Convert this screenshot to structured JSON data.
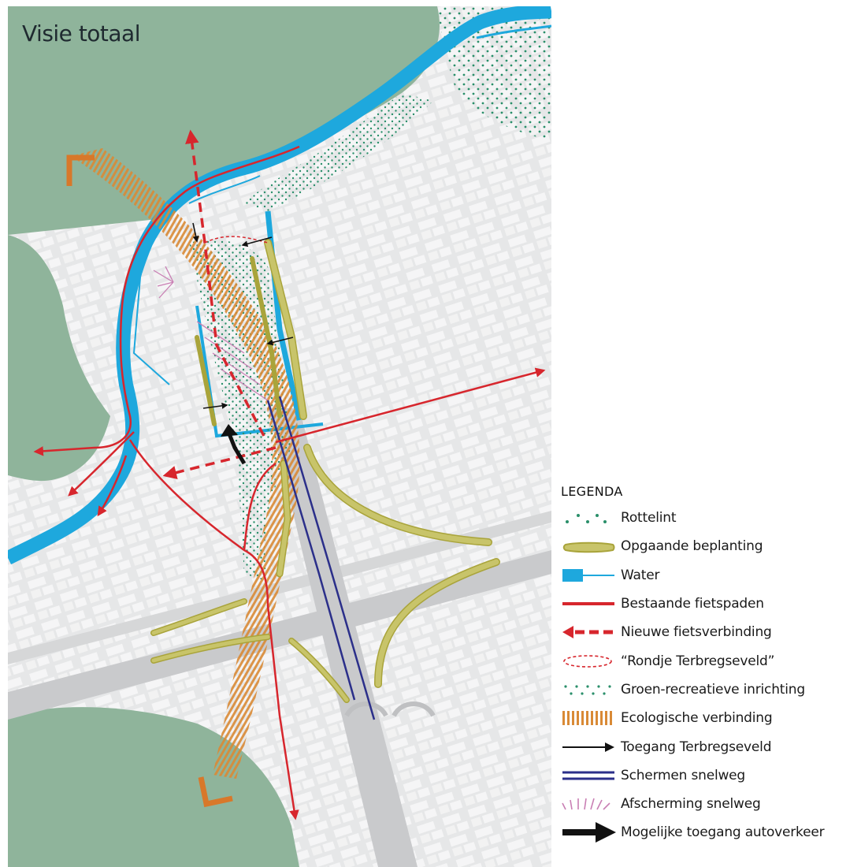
{
  "map": {
    "title": "Visie totaal",
    "colors": {
      "background": "#e6e7e8",
      "green_area": "#8fb49b",
      "buildings": "#f6f6f6",
      "roads": "#c9cacc",
      "water": "#1ea8dd",
      "water_outline": "#1ea8dd",
      "existing_bike_path": "#d7262d",
      "new_bike_connection": "#d7262d",
      "ring_route": "#d7262d",
      "planting": "#c8c46a",
      "planting_outline": "#a9a43b",
      "eco_link": "#d98a36",
      "eco_arrow": "#d8782a",
      "green_recreation_dots": "#2a8f6a",
      "access_arrow": "#111111",
      "highway_screens": "#2b2f8a",
      "highway_shielding": "#c97fb4"
    }
  },
  "legend": {
    "title": "LEGENDA",
    "items": [
      {
        "label": "Rottelint",
        "icon": "rottelint-dots-icon"
      },
      {
        "label": "Opgaande beplanting",
        "icon": "planting-swatch-icon"
      },
      {
        "label": "Water",
        "icon": "water-swatch-icon"
      },
      {
        "label": "Bestaande fietspaden",
        "icon": "existing-bike-path-icon"
      },
      {
        "label": "Nieuwe fietsverbinding",
        "icon": "new-bike-connection-icon"
      },
      {
        "label": "“Rondje Terbregseveld”",
        "icon": "ring-route-icon"
      },
      {
        "label": "Groen-recreatieve inrichting",
        "icon": "green-recreation-dots-icon"
      },
      {
        "label": "Ecologische verbinding",
        "icon": "eco-link-hatch-icon"
      },
      {
        "label": "Toegang Terbregseveld",
        "icon": "access-arrow-icon"
      },
      {
        "label": "Schermen snelweg",
        "icon": "highway-screens-icon"
      },
      {
        "label": "Afscherming snelweg",
        "icon": "highway-shielding-icon"
      },
      {
        "label": "Mogelijke toegang autoverkeer",
        "icon": "car-access-arrow-icon"
      }
    ]
  }
}
